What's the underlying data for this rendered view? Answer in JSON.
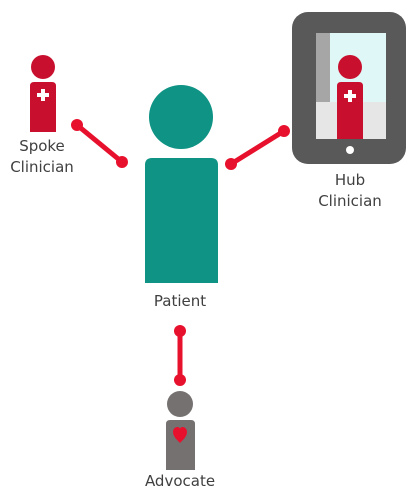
{
  "nodes": {
    "spoke": {
      "label": "Spoke\nClinician",
      "color": "#c8102e"
    },
    "hub": {
      "label": "Hub\nClinician",
      "color": "#c8102e"
    },
    "patient": {
      "label": "Patient",
      "color": "#0e9384"
    },
    "advocate": {
      "label": "Advocate",
      "color": "#767171"
    }
  },
  "colors": {
    "connector": "#e8112d",
    "tablet_frame": "#595959",
    "tablet_screen": "#dff7f7",
    "heart": "#e8112d"
  }
}
